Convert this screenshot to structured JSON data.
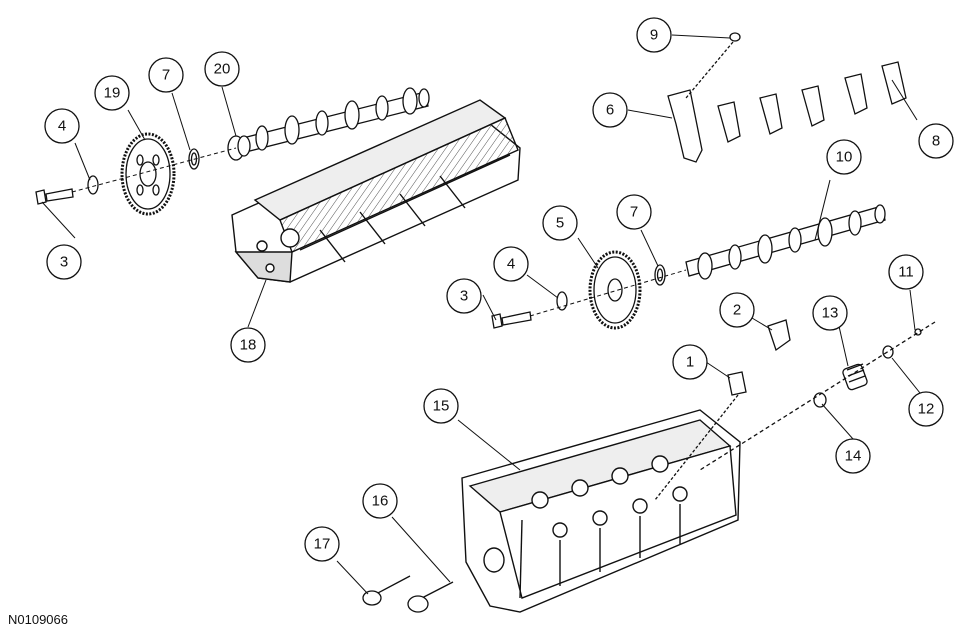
{
  "figure": {
    "code": "N0109066"
  },
  "callouts": {
    "c1": "1",
    "c2": "2",
    "c3a": "3",
    "c3b": "3",
    "c4a": "4",
    "c4b": "4",
    "c5": "5",
    "c6": "6",
    "c7a": "7",
    "c7b": "7",
    "c8": "8",
    "c9": "9",
    "c10": "10",
    "c11": "11",
    "c12": "12",
    "c13": "13",
    "c14": "14",
    "c15": "15",
    "c16": "16",
    "c17": "17",
    "c18": "18",
    "c19": "19",
    "c20": "20"
  }
}
